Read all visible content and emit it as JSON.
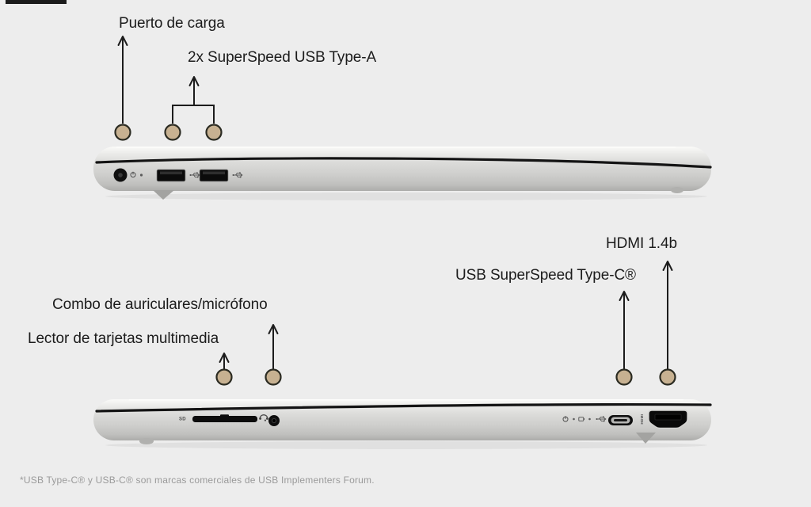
{
  "labels": {
    "charge_port": "Puerto de carga",
    "usb_a": "2x SuperSpeed USB Type-A",
    "headset_combo": "Combo de auriculares/micrófono",
    "card_reader": "Lector de tarjetas multimedia",
    "usb_c": "USB SuperSpeed Type-C®",
    "hdmi": "HDMI 1.4b",
    "footnote": "*USB Type-C® y USB-C® son marcas comerciales de USB Implementers Forum."
  },
  "port_markings": {
    "sd": "SD",
    "hdmi": "HDMI"
  },
  "icons": {
    "dc_jack": "dc-power-jack-icon",
    "power_symbol": "power-icon",
    "status_led": "led-dot-icon",
    "usb_superspeed": "usb-trident-icon",
    "battery": "battery-led-icon",
    "headset": "headset-icon",
    "sd_card": "sd-card-icon",
    "callout_dot": "callout-dot-marker",
    "callout_arrow": "up-arrow-icon"
  },
  "colors": {
    "bg": "#EDEDED",
    "ink": "#1C1C1C",
    "muted": "#9A9A9A",
    "dot": "#C7B191",
    "dot_ring": "#2B2B22",
    "chassis_hi": "#F7F7F5",
    "chassis_mid": "#D8D8D6",
    "chassis_lo": "#B2B2B0",
    "lid_gap": "#141414",
    "port_black": "#0D0D0D",
    "icon_gray": "#4F4F4F"
  }
}
